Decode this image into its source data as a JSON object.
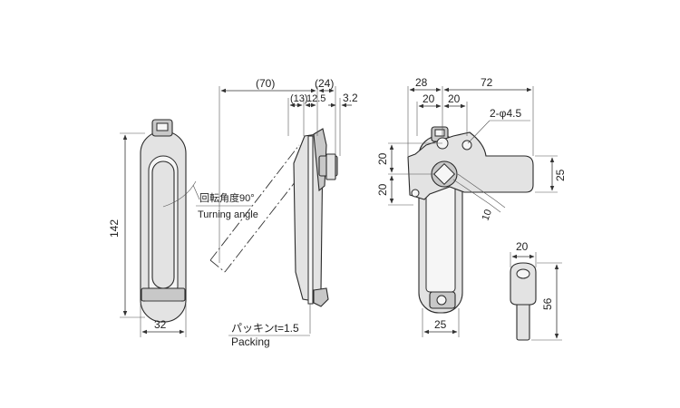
{
  "front_view": {
    "height_label": "142",
    "width_label": "32",
    "angle_label_jp": "回転角度90°",
    "angle_label_en": "Turning angle"
  },
  "side_view": {
    "overall_label": "(70)",
    "offset_label": "(24)",
    "dim_13_label": "(13)",
    "dim_12_5_label": "12.5",
    "dim_3_2_label": "3.2",
    "packing_label_jp": "パッキンt=1.5",
    "packing_label_en": "Packing"
  },
  "back_view": {
    "dim_28_label": "28",
    "dim_72_label": "72",
    "dim_20_a_label": "20",
    "dim_20_b_label": "20",
    "hole_label": "2-φ4.5",
    "dim_20_v1_label": "20",
    "dim_20_v2_label": "20",
    "dim_25_v_label": "25",
    "dim_10_label": "10",
    "dim_25_h_label": "25"
  },
  "key_view": {
    "width_label": "20",
    "height_label": "56"
  }
}
